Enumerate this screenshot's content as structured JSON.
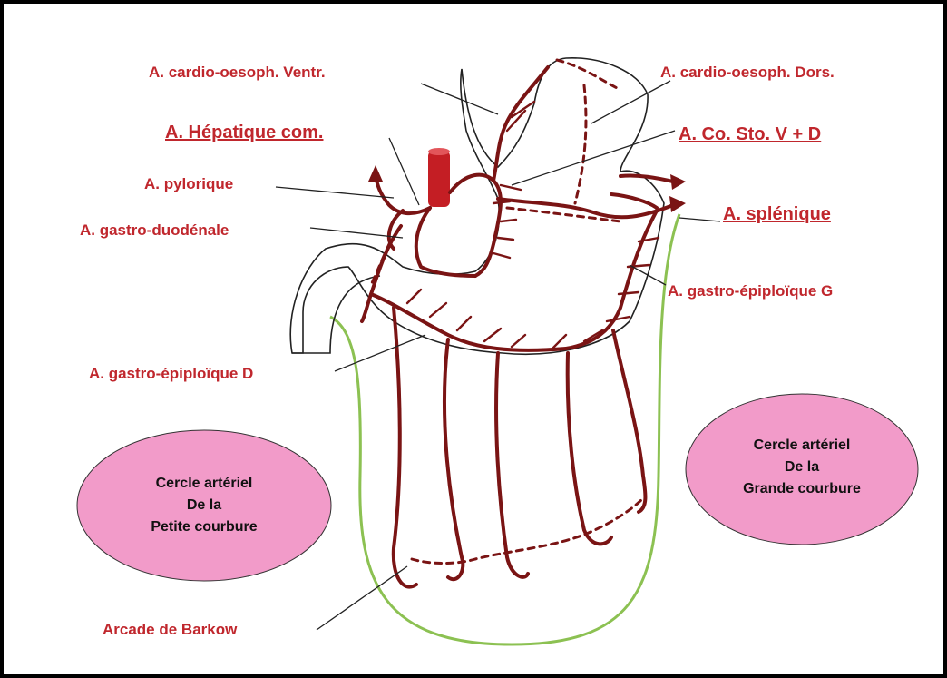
{
  "labels": {
    "cardio_ventr": "A. cardio-oesoph. Ventr.",
    "cardio_dors": "A. cardio-oesoph. Dors.",
    "hepatique": "A. Hépatique com.",
    "co_sto": "A. Co. Sto. V + D",
    "pylorique": "A. pylorique",
    "gastro_duodenale": "A. gastro-duodénale",
    "splenique": "A. splénique",
    "gastro_epiploique_g": "A. gastro-épiploïque G",
    "gastro_epiploique_d": "A. gastro-épiploïque D",
    "barkow": "Arcade de Barkow"
  },
  "circles": {
    "petite": [
      "Cercle artériel",
      "De la",
      "Petite courbure"
    ],
    "grande": [
      "Cercle artériel",
      "De la",
      "Grande courbure"
    ]
  },
  "colors": {
    "label_red": "#c0272d",
    "artery": "#7a1414",
    "aorta": "#c41e24",
    "circle_fill": "#f29bc9",
    "omentum_outline": "#8cc152"
  }
}
